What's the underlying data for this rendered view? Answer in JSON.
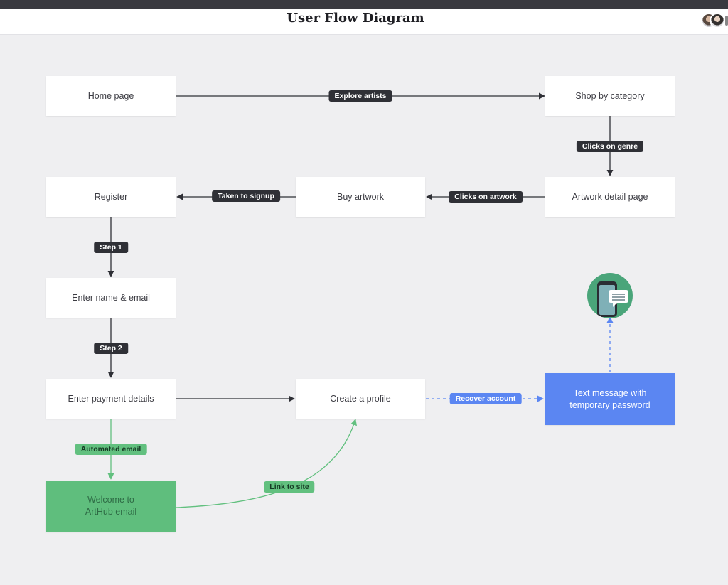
{
  "header": {
    "title": "User Flow Diagram"
  },
  "nodes": {
    "home": "Home page",
    "shop": "Shop by category",
    "register": "Register",
    "buy": "Buy artwork",
    "detail": "Artwork detail page",
    "name_email": "Enter name & email",
    "payment": "Enter payment details",
    "profile": "Create a profile",
    "text_message": "Text message with temporary password",
    "welcome": "Welcome to ArtHub email"
  },
  "labels": {
    "explore": "Explore artists",
    "genre": "Clicks on genre",
    "signup": "Taken to signup",
    "artwork": "Clicks on artwork",
    "step1": "Step 1",
    "step2": "Step 2",
    "recover": "Recover account",
    "automated": "Automated email",
    "link": "Link to site"
  },
  "colors": {
    "dark_label": "#2f3036",
    "green": "#5fbe7d",
    "blue": "#5b86f2"
  },
  "icons": {
    "phone_message": "phone-message-icon"
  }
}
